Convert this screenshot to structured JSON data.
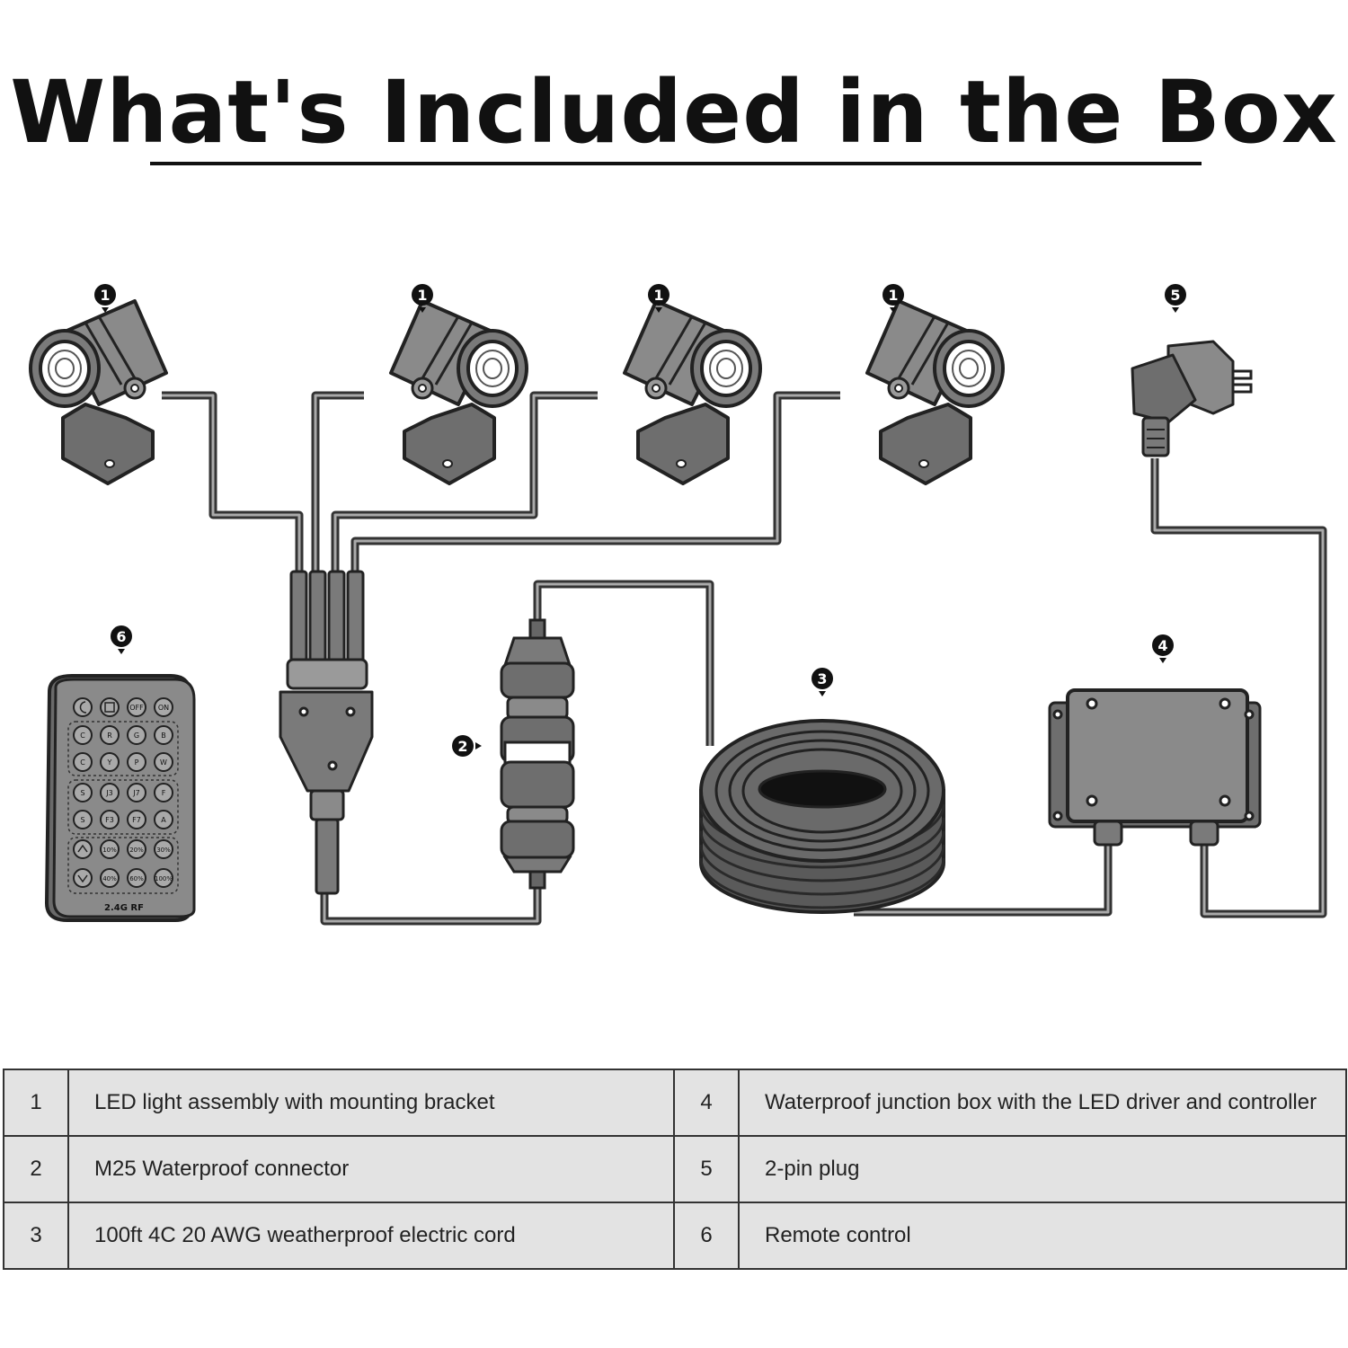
{
  "header": {
    "title": "What's Included in the Box"
  },
  "diagram": {
    "callouts": {
      "light": "1",
      "connector": "2",
      "cord": "3",
      "junction_box": "4",
      "plug": "5",
      "remote": "6"
    },
    "remote": {
      "row1": [
        "",
        "",
        "OFF",
        "ON"
      ],
      "row2": [
        "C",
        "R",
        "G",
        "B"
      ],
      "row3": [
        "C",
        "Y",
        "P",
        "W"
      ],
      "row4": [
        "S",
        "J3",
        "J7",
        "F"
      ],
      "row5": [
        "S",
        "F3",
        "F7",
        "A"
      ],
      "row6": [
        "",
        "10%",
        "20%",
        "30%"
      ],
      "row7": [
        "",
        "40%",
        "60%",
        "100%"
      ],
      "label": "2.4G RF"
    }
  },
  "parts": {
    "rows": [
      {
        "left_num": "1",
        "left_desc": "LED light assembly with mounting bracket",
        "right_num": "4",
        "right_desc": "Waterproof junction box with the LED driver and controller"
      },
      {
        "left_num": "2",
        "left_desc": "M25 Waterproof connector",
        "right_num": "5",
        "right_desc": "2-pin plug"
      },
      {
        "left_num": "3",
        "left_desc": "100ft 4C 20 AWG weatherproof electric cord",
        "right_num": "6",
        "right_desc": "Remote control"
      }
    ]
  }
}
